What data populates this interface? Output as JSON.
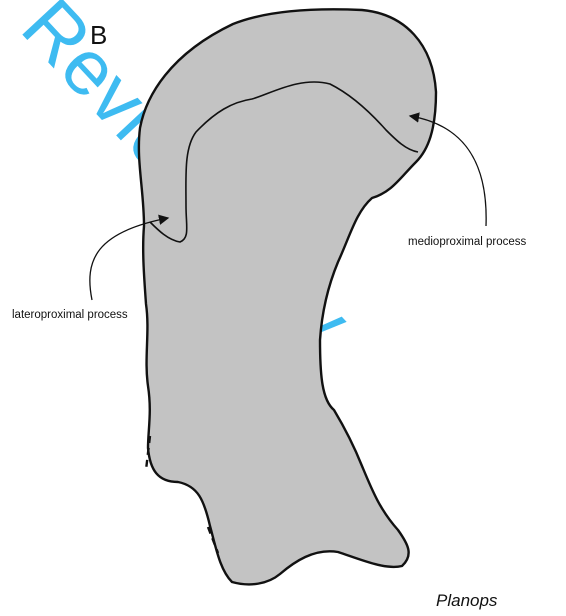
{
  "figure": {
    "panel_letter": "B",
    "taxon": "Planops",
    "watermark": "Review Only",
    "labels": {
      "medioproximal": "medioproximal process",
      "lateroproximal": "lateroproximal process"
    },
    "colors": {
      "bone_fill": "#c3c3c3",
      "outline": "#111111",
      "watermark": "#2ab4f0"
    }
  }
}
